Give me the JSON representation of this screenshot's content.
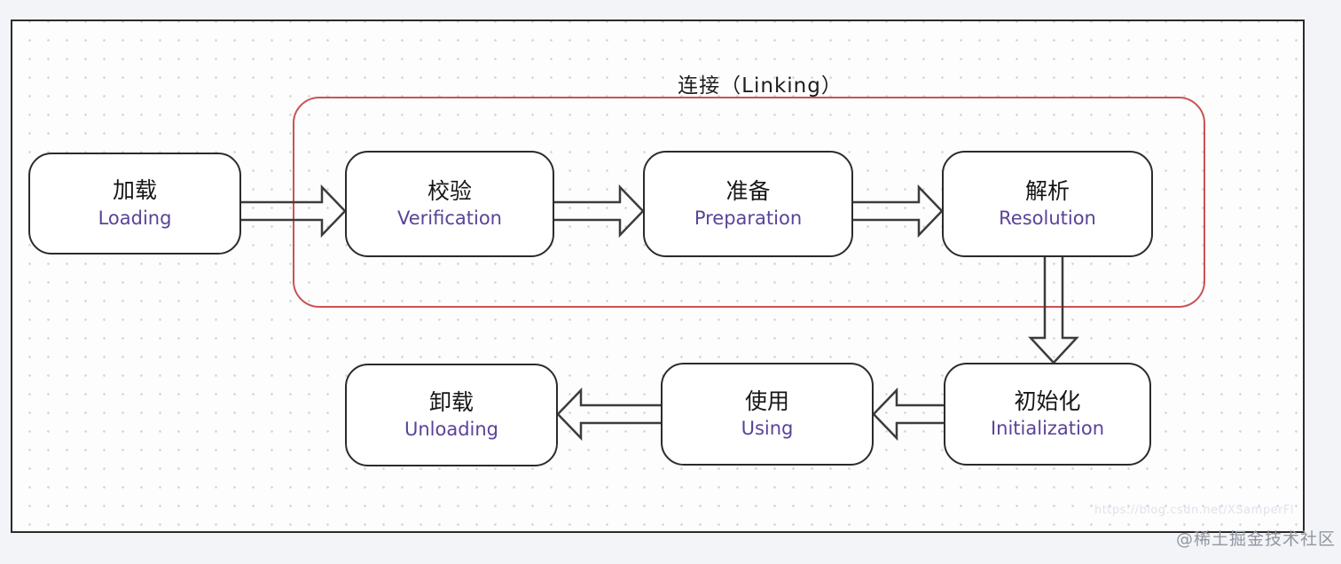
{
  "title": "连接（Linking）",
  "nodes": [
    {
      "id": "loading",
      "zh": "加载",
      "en": "Loading"
    },
    {
      "id": "verification",
      "zh": "校验",
      "en": "Verification"
    },
    {
      "id": "preparation",
      "zh": "准备",
      "en": "Preparation"
    },
    {
      "id": "resolution",
      "zh": "解析",
      "en": "Resolution"
    },
    {
      "id": "initialization",
      "zh": "初始化",
      "en": "Initialization"
    },
    {
      "id": "using",
      "zh": "使用",
      "en": "Using"
    },
    {
      "id": "unloading",
      "zh": "卸载",
      "en": "Unloading"
    }
  ],
  "flow": [
    "加载 Loading → 校验 Verification → 准备 Preparation → 解析 Resolution → 初始化 Initialization → 使用 Using → 卸载 Unloading"
  ],
  "linking_group_members": [
    "校验 Verification",
    "准备 Preparation",
    "解析 Resolution"
  ],
  "watermark": {
    "url": "https://blog.csdn.net/XSamperFl",
    "community": "@稀土掘金技术社区"
  },
  "colors": {
    "frame-red": "#cb5353",
    "border-dark": "#2b2b2b",
    "en-text": "#5a4398",
    "zh-text": "#161616",
    "bg-outer": "#f3f4f8",
    "canvas-bg": "#fdfdfe",
    "arrow": "#3c3c3c"
  }
}
